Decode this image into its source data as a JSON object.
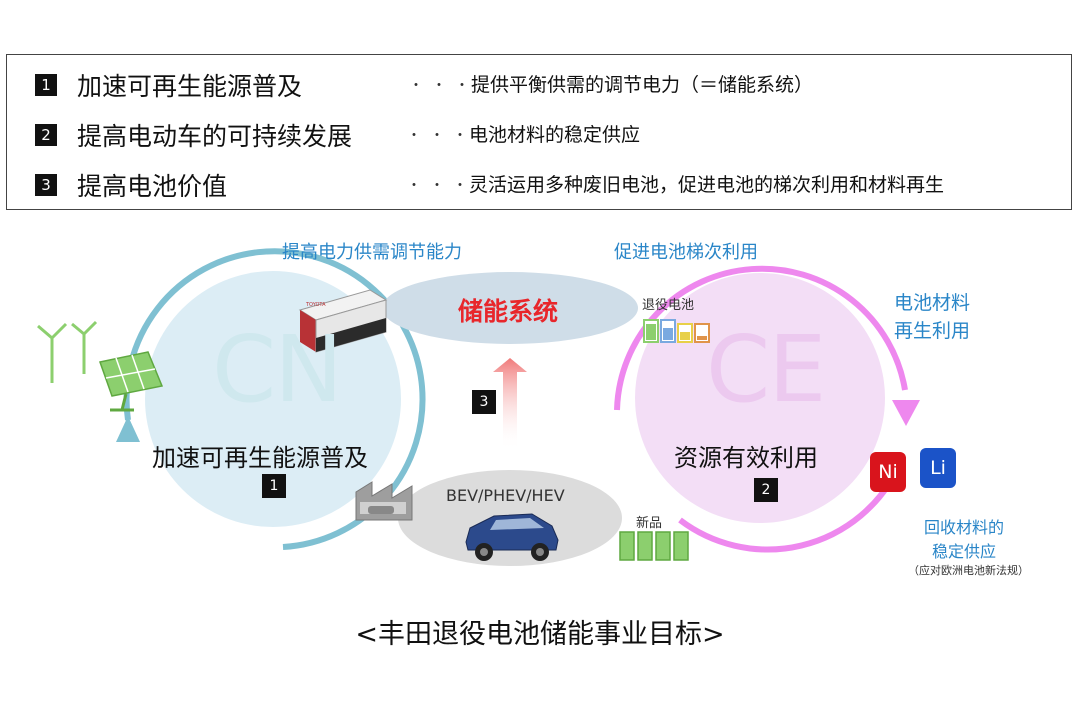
{
  "goals": [
    {
      "num": "1",
      "title": "加速可再生能源普及",
      "dots": "・・・",
      "desc": "提供平衡供需的调节电力（＝储能系统）"
    },
    {
      "num": "2",
      "title": "提高电动车的可持续发展",
      "dots": "・・・",
      "desc": "电池材料的稳定供应"
    },
    {
      "num": "3",
      "title": "提高电池价值",
      "dots": "・・・",
      "desc": "灵活运用多种废旧电池，促进电池的梯次利用和材料再生"
    }
  ],
  "diagram": {
    "cn_label": "CN",
    "cn_center": "加速可再生能源普及",
    "cn_num": "1",
    "ce_label": "CE",
    "ce_center": "资源有效利用",
    "ce_num": "2",
    "ess_label": "储能系统",
    "ess_brand": "TOYOTA",
    "arrow_num": "3",
    "vehicles_label": "BEV/PHEV/HEV",
    "top_left_label": "提高电力供需调节能力",
    "top_right_label": "促进电池梯次利用",
    "right_label_line1": "电池材料",
    "right_label_line2": "再生利用",
    "recycle_line1": "回收材料的",
    "recycle_line2": "稳定供应",
    "recycle_note": "（应对欧洲电池新法规）",
    "retired_battery_label": "退役电池",
    "new_battery_label": "新品",
    "element_ni": "Ni",
    "element_li": "Li"
  },
  "caption": "<丰田退役电池储能事业目标>",
  "colors": {
    "cn_ring": "#7fc0d2",
    "cn_fill": "#dcedf5",
    "ce_ring": "#ee88ee",
    "ce_fill": "#f3def6",
    "label_blue": "#2a86c8",
    "ess_red": "#e8262b",
    "ni_red": "#d9141c",
    "li_blue": "#1b53c8",
    "battery_green": "#7cc245"
  }
}
